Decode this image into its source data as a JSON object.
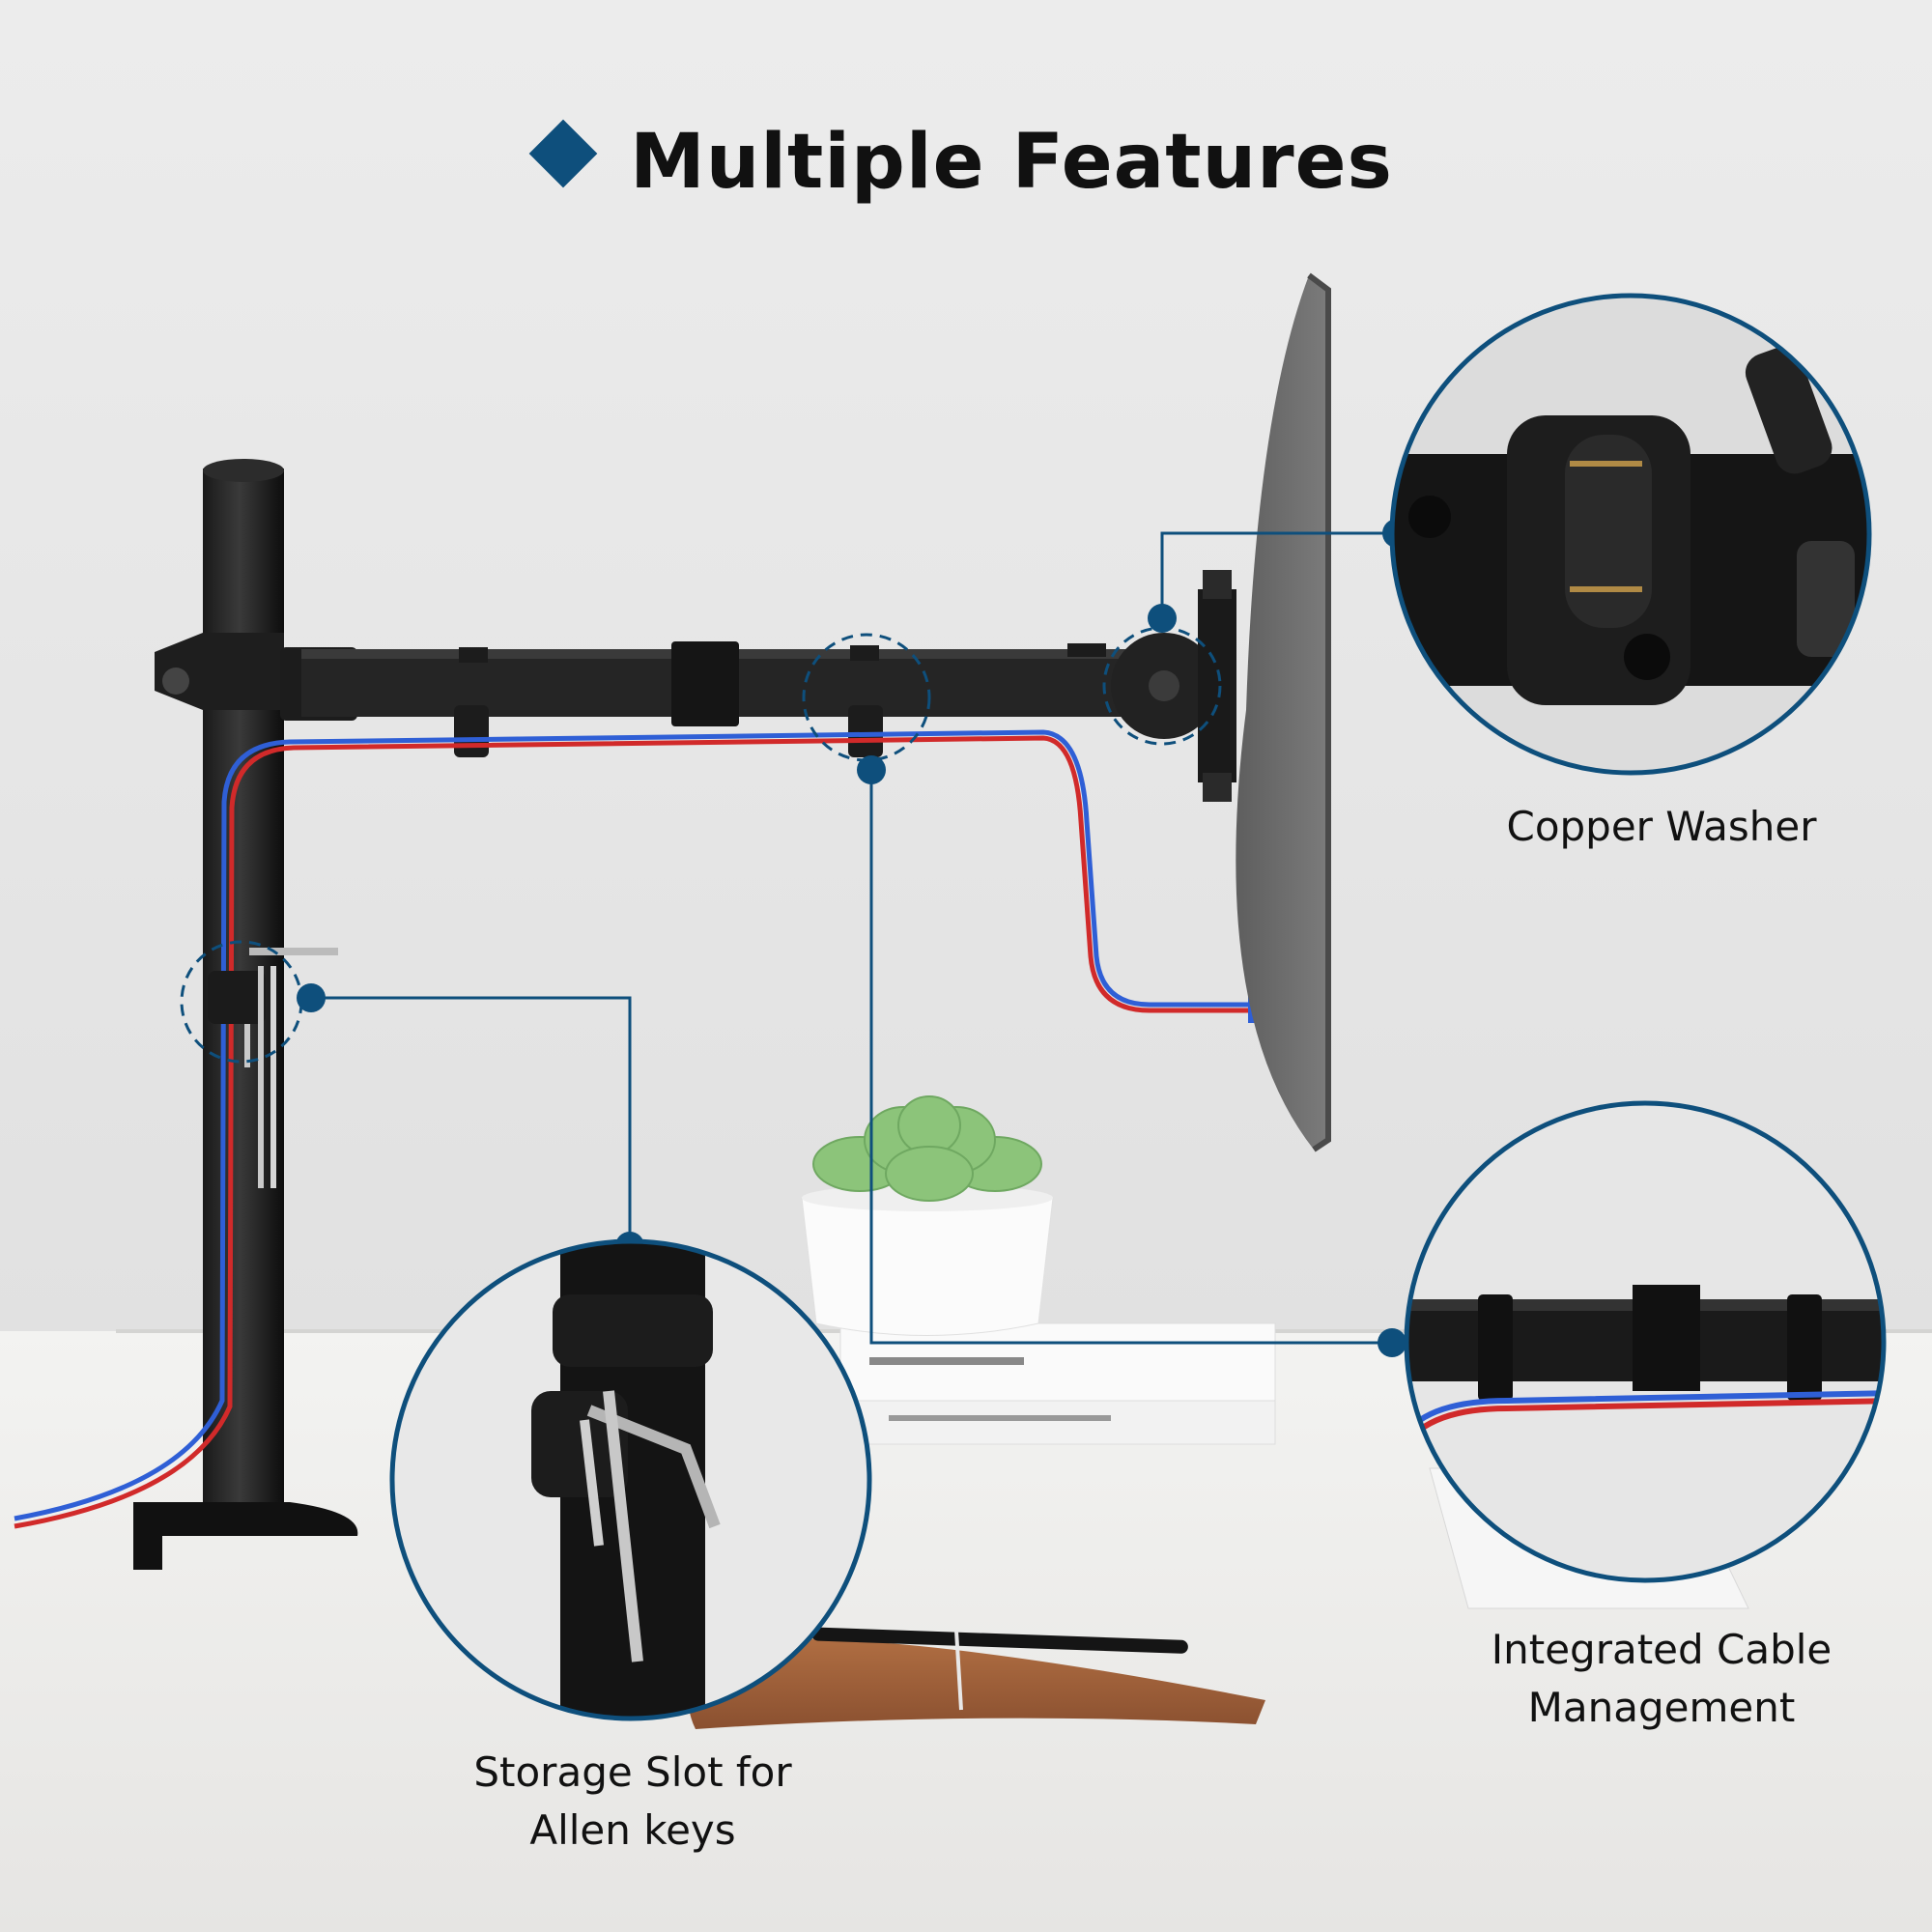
{
  "title": "Multiple Features",
  "accent_color": "#0e4f7c",
  "cable_colors": {
    "blue": "#2f5fd6",
    "red": "#d12a2a"
  },
  "callouts": {
    "copper_washer": {
      "line1": "Copper Washer"
    },
    "cable_management": {
      "line1": "Integrated Cable",
      "line2": "Management"
    },
    "allen_keys": {
      "line1": "Storage Slot for",
      "line2": "Allen keys"
    }
  },
  "icons": [
    "diamond-bullet-icon",
    "succulent-plant",
    "notebook-pen",
    "keyboard",
    "book-stack"
  ]
}
